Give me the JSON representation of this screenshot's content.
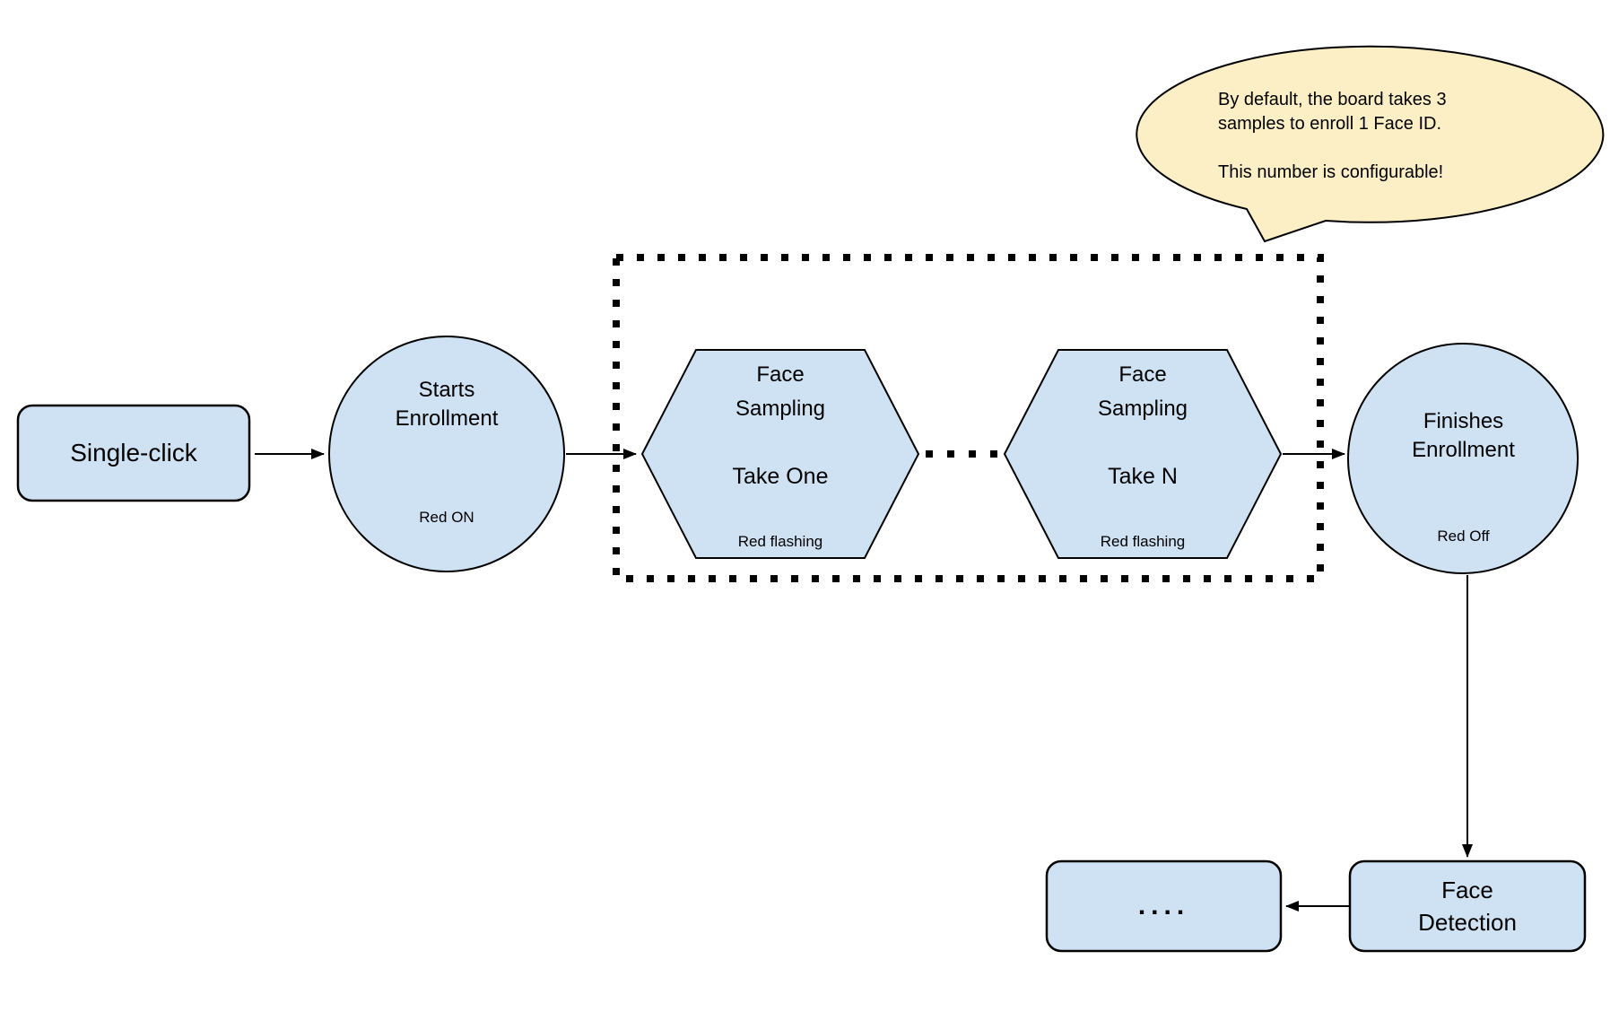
{
  "colors": {
    "node_fill": "#cfe2f3",
    "node_border": "#000000",
    "callout_fill": "#fceec5",
    "line_color": "#000000"
  },
  "nodes": {
    "single_click": {
      "label": "Single-click"
    },
    "starts_enrollment": {
      "title": "Starts\nEnrollment",
      "status": "Red ON"
    },
    "face_sampling_one": {
      "title": "Face\nSampling",
      "step": "Take One",
      "status": "Red flashing"
    },
    "face_sampling_n": {
      "title": "Face\nSampling",
      "step": "Take N",
      "status": "Red flashing"
    },
    "finishes_enrollment": {
      "title": "Finishes\nEnrollment",
      "status": "Red Off"
    },
    "face_detection": {
      "label": "Face\nDetection"
    },
    "continuation": {
      "label": "...."
    }
  },
  "callout": {
    "text": "By default, the board takes 3\nsamples to enroll 1 Face ID.\n\nThis number is configurable!"
  }
}
